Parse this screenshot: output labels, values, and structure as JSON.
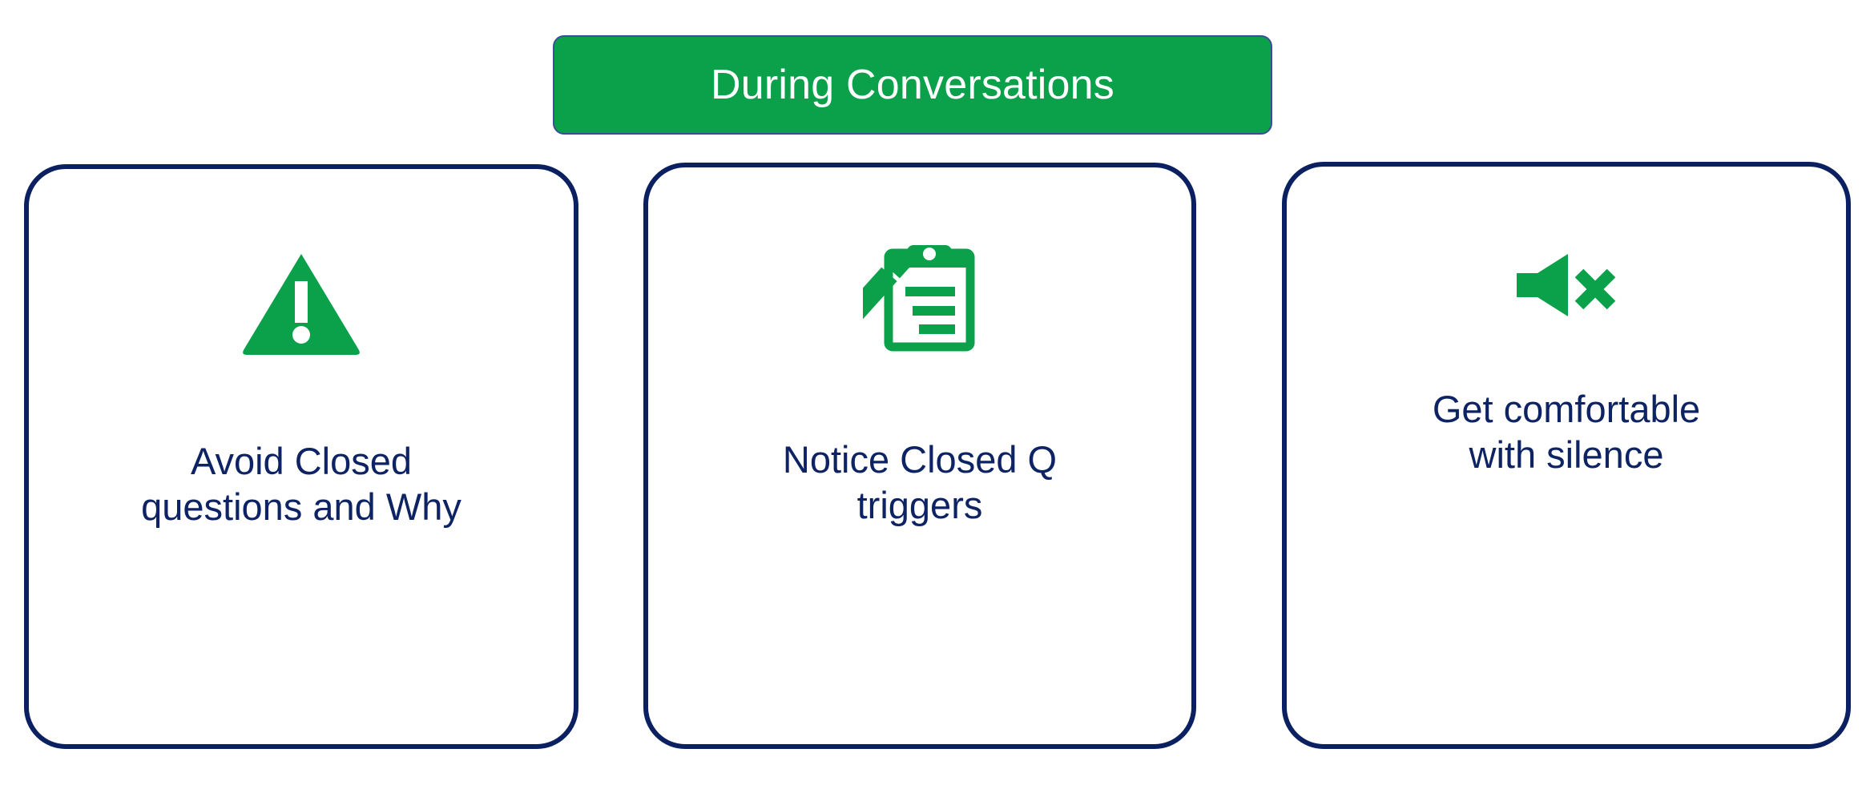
{
  "banner": {
    "label": "During Conversations",
    "background_color": "#0ba04a",
    "border_color": "#3b4f96",
    "text_color": "#ffffff"
  },
  "theme": {
    "card_border_color": "#0a2060",
    "card_background": "#ffffff",
    "text_color": "#0d2363",
    "icon_color": "#0ba04a",
    "page_background": "#ffffff"
  },
  "cards": [
    {
      "icon": "warning-triangle-icon",
      "text": "Avoid Closed\nquestions and  Why"
    },
    {
      "icon": "clipboard-pencil-icon",
      "text": "Notice Closed Q\ntriggers"
    },
    {
      "icon": "speaker-mute-icon",
      "text": "Get comfortable\nwith silence"
    }
  ]
}
